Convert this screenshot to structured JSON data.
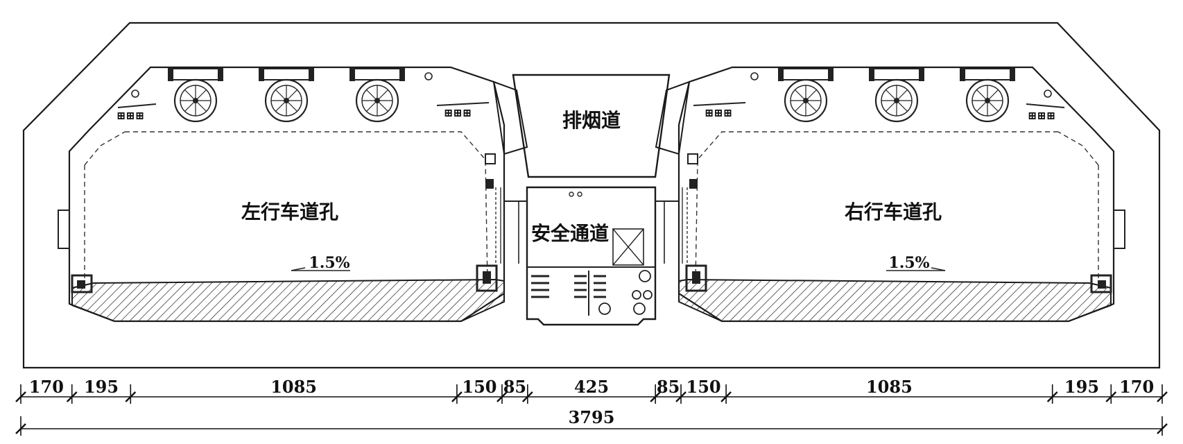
{
  "labels": {
    "smoke_duct": "排烟道",
    "left_bore": "左行车道孔",
    "right_bore": "右行车道孔",
    "safety_passage": "安全通道",
    "left_slope": "1.5%",
    "right_slope": "1.5%"
  },
  "dimensions": {
    "segments": [
      "170",
      "195",
      "1085",
      "150",
      "85",
      "425",
      "85",
      "150",
      "1085",
      "195",
      "170"
    ],
    "total": "3795"
  },
  "colors": {
    "line": "#1a1a1a",
    "background": "#ffffff"
  }
}
